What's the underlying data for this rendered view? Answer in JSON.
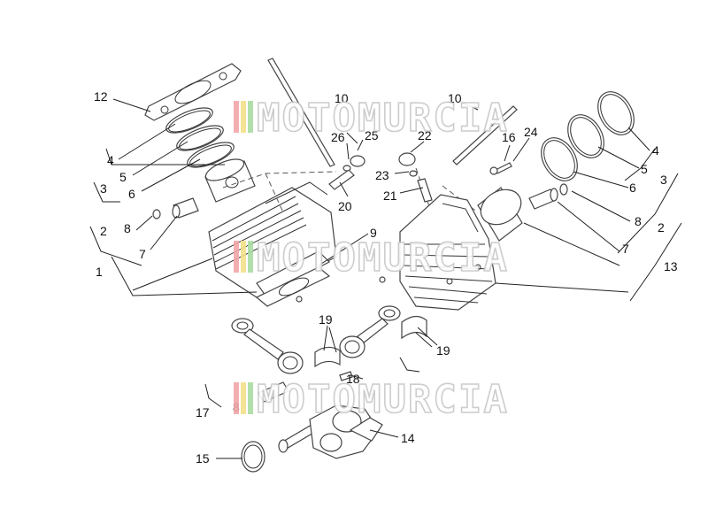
{
  "diagram": {
    "callouts": {
      "n1": "1",
      "n2a": "2",
      "n2b": "2",
      "n3a": "3",
      "n3b": "3",
      "n4a": "4",
      "n4b": "4",
      "n5a": "5",
      "n5b": "5",
      "n6a": "6",
      "n6b": "6",
      "n7a": "7",
      "n7b": "7",
      "n8a": "8",
      "n8b": "8",
      "n8c": "8",
      "n9": "9",
      "n10a": "10",
      "n10b": "10",
      "n12": "12",
      "n13": "13",
      "n14": "14",
      "n15": "15",
      "n16": "16",
      "n17": "17",
      "n18": "18",
      "n19a": "19",
      "n19b": "19",
      "n20": "20",
      "n21": "21",
      "n22": "22",
      "n23": "23",
      "n24": "24",
      "n25": "25",
      "n26": "26"
    }
  },
  "watermark": {
    "text": "MOTOMURCIA",
    "stripe_colors": [
      "#f2a7a7",
      "#f4e08a",
      "#a9dca0"
    ],
    "outline_color": "#c8c8c8"
  }
}
